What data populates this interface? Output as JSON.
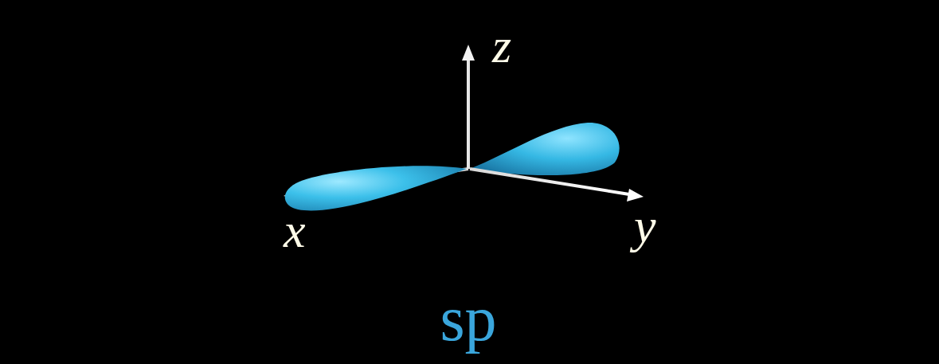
{
  "diagram": {
    "caption": "sp",
    "labels": [
      "z",
      "x",
      "y"
    ]
  }
}
